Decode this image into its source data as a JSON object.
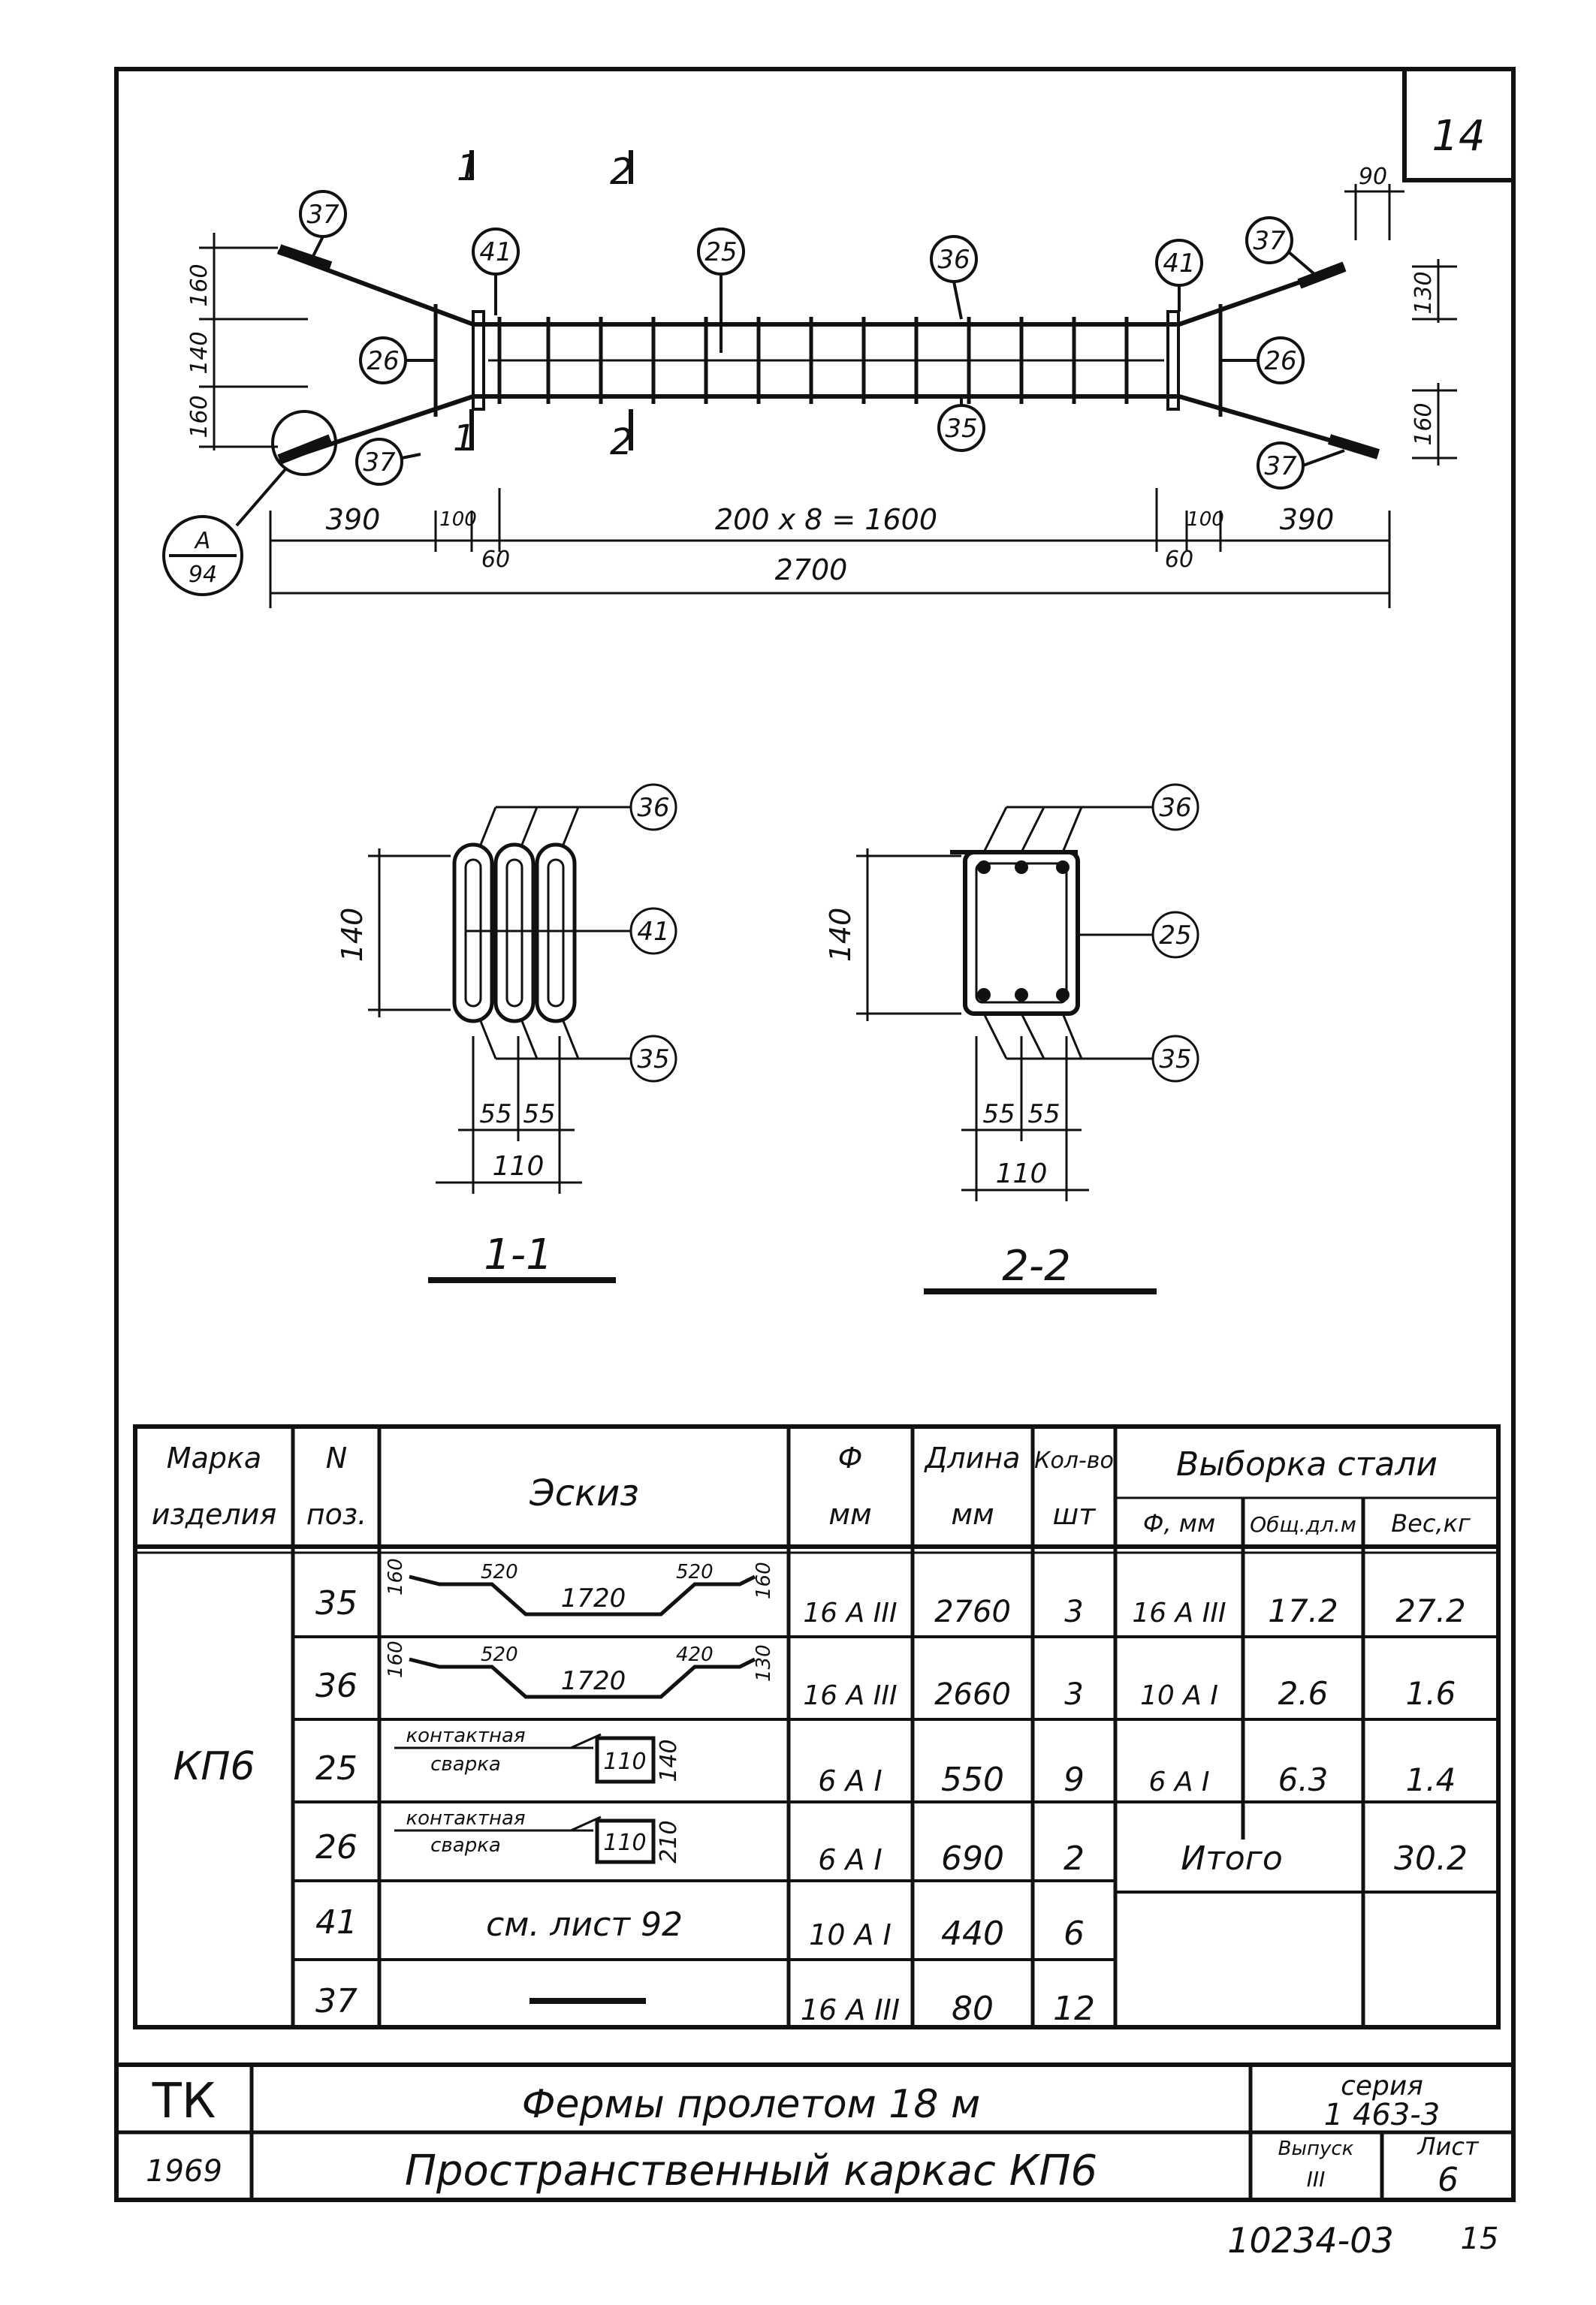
{
  "sheet_corner_number": "14",
  "plan": {
    "section_marks": [
      "1",
      "2",
      "1",
      "2"
    ],
    "callouts_top": [
      "37",
      "41",
      "25",
      "36",
      "41",
      "37"
    ],
    "callouts_side": [
      "26",
      "26"
    ],
    "callouts_bottom": [
      "37",
      "35",
      "37"
    ],
    "detail_ref": {
      "top": "A",
      "bottom": "94"
    },
    "left_dims": [
      "160",
      "140",
      "160"
    ],
    "right_dims": [
      "90",
      "130",
      "160"
    ],
    "dims_row1": [
      "390",
      "100",
      "200 x 8 = 1600",
      "100",
      "390"
    ],
    "dims_small": [
      "60",
      "60"
    ],
    "total_length": "2700"
  },
  "section_1": {
    "label": "1-1",
    "height_dim": "140",
    "callouts": [
      "36",
      "41",
      "35"
    ],
    "spacing": [
      "55",
      "55"
    ],
    "width_dim": "110"
  },
  "section_2": {
    "label": "2-2",
    "height_dim": "140",
    "callouts": [
      "36",
      "25",
      "35"
    ],
    "spacing": [
      "55",
      "55"
    ],
    "width_dim": "110"
  },
  "spec_table": {
    "headers": {
      "mark": [
        "Марка",
        "изделия"
      ],
      "pos": [
        "N",
        "поз."
      ],
      "sketch": "Эскиз",
      "diam": [
        "Ф",
        "мм"
      ],
      "length": [
        "Длина",
        "мм"
      ],
      "qty": [
        "Кол-во",
        "шт"
      ],
      "steel": "Выборка стали",
      "steel_cols": [
        "Ф, мм",
        "Общ.дл.м",
        "Вес,кг"
      ]
    },
    "product_mark": "КП6",
    "rows": [
      {
        "pos": "35",
        "sketch": "bent",
        "sketch_text": [
          "160",
          "520",
          "1720",
          "520",
          "160"
        ],
        "diam": "16 A III",
        "length": "2760",
        "qty": "3"
      },
      {
        "pos": "36",
        "sketch": "bent",
        "sketch_text": [
          "160",
          "520",
          "1720",
          "420",
          "130"
        ],
        "diam": "16 A III",
        "length": "2660",
        "qty": "3"
      },
      {
        "pos": "25",
        "sketch": "stirrup",
        "sketch_text": [
          "контактная",
          "сварка",
          "110",
          "140"
        ],
        "diam": "6 A I",
        "length": "550",
        "qty": "9"
      },
      {
        "pos": "26",
        "sketch": "stirrup",
        "sketch_text": [
          "контактная",
          "сварка",
          "110",
          "210"
        ],
        "diam": "6 A I",
        "length": "690",
        "qty": "2"
      },
      {
        "pos": "41",
        "sketch": "text",
        "sketch_text": [
          "см. лист 92"
        ],
        "diam": "10 A I",
        "length": "440",
        "qty": "6"
      },
      {
        "pos": "37",
        "sketch": "bar",
        "sketch_text": [],
        "diam": "16 A III",
        "length": "80",
        "qty": "12"
      }
    ],
    "steel_rows": [
      {
        "d": "16 A III",
        "len": "17.2",
        "mass": "27.2"
      },
      {
        "d": "10 A I",
        "len": "2.6",
        "mass": "1.6"
      },
      {
        "d": "6 A I",
        "len": "6.3",
        "mass": "1.4"
      }
    ],
    "total_label": "Итого",
    "total_mass": "30.2"
  },
  "title_block": {
    "org": "ТК",
    "year": "1969",
    "title1": "Фермы пролетом 18 м",
    "title2": "Пространственный каркас КП6",
    "series_label": "серия",
    "series_value": "1 463-3",
    "issue_label": "Выпуск",
    "issue_value": "III",
    "sheet_label": "Лист",
    "sheet_value": "6"
  },
  "footer": {
    "code": "10234-03",
    "page": "15"
  }
}
